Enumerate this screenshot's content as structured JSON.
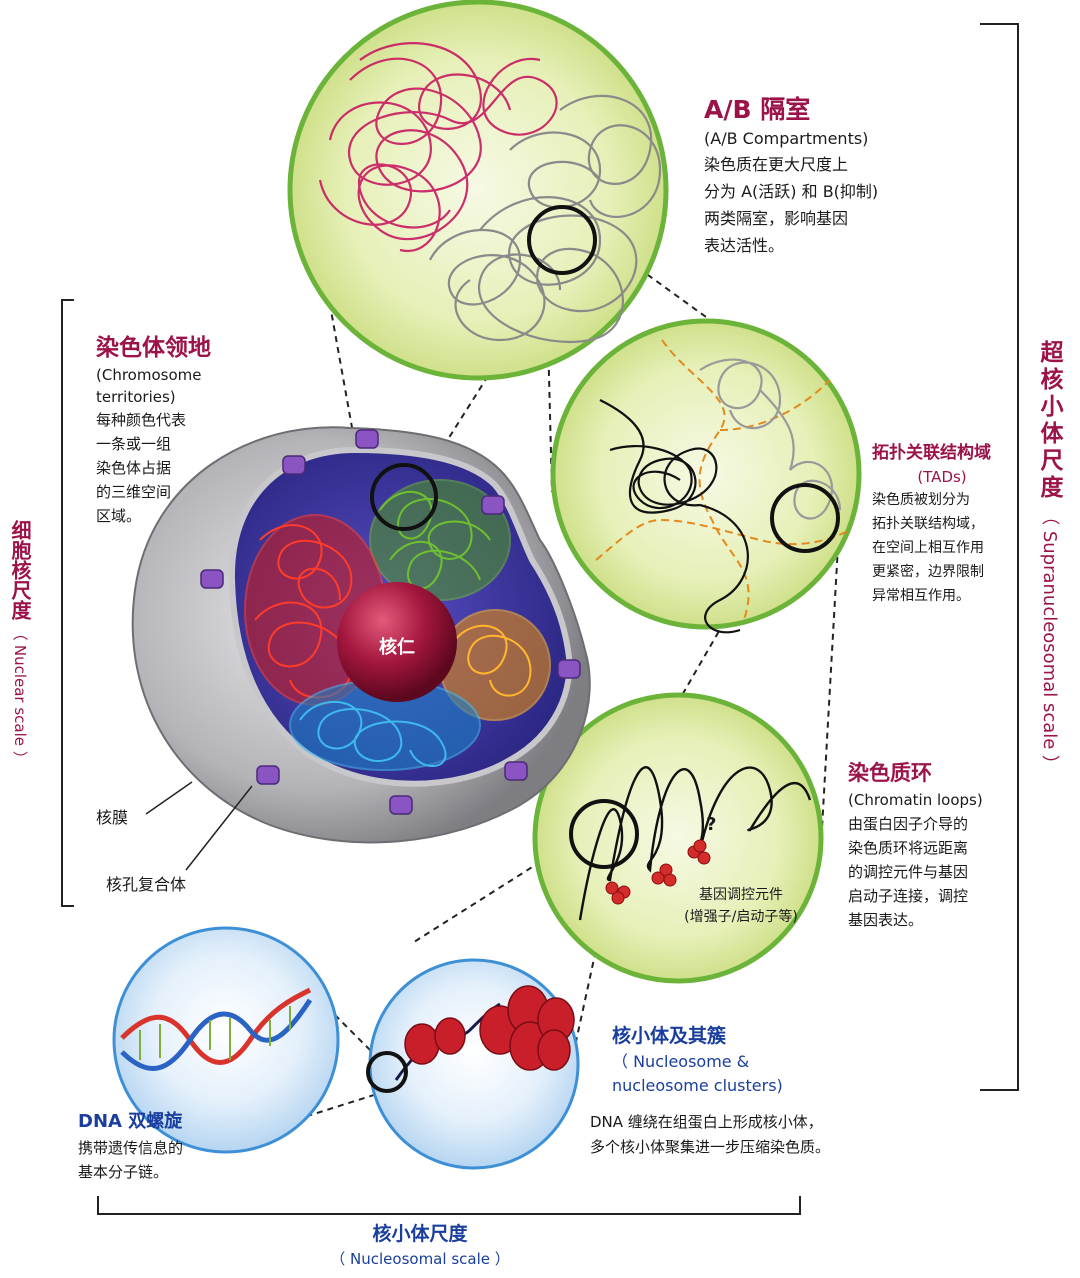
{
  "scales": {
    "nuclear": {
      "title": "细胞核尺度",
      "subtitle": "（ Nuclear scale ）"
    },
    "supranucleosomal": {
      "title": "超核小体尺度",
      "subtitle": "（ Supranucleosomal scale ）"
    },
    "nucleosomal": {
      "title": "核小体尺度",
      "subtitle": "（ Nucleosomal scale ）"
    }
  },
  "ab_compartments": {
    "title": "A/B 隔室",
    "subtitle": "(A/B Compartments)",
    "lines": [
      "染色质在更大尺度上",
      "分为 A(活跃) 和 B(抑制)",
      "两类隔室，影响基因",
      "表达活性。"
    ]
  },
  "chromosome_territories": {
    "title": "染色体领地",
    "subtitle_lines": [
      "(Chromosome",
      "territories)"
    ],
    "lines": [
      "每种颜色代表",
      "一条或一组",
      "染色体占据",
      "的三维空间",
      "区域。"
    ]
  },
  "tads": {
    "title": "拓扑关联结构域",
    "subtitle": "(TADs)",
    "lines": [
      "染色质被划分为",
      "拓扑关联结构域，",
      "在空间上相互作用",
      "更紧密，边界限制",
      "异常相互作用。"
    ]
  },
  "chromatin_loops": {
    "title": "染色质环",
    "subtitle": "(Chromatin loops)",
    "lines": [
      "由蛋白因子介导的",
      "染色质环将远距离",
      "的调控元件与基因",
      "启动子连接，调控",
      "基因表达。"
    ],
    "inner_label_lines": [
      "基因调控元件",
      "(增强子/启动子等)"
    ],
    "question_mark": "?"
  },
  "nucleus": {
    "nucleolus_label": "核仁",
    "membrane_label": "核膜",
    "pore_label": "核孔复合体"
  },
  "nucleosome": {
    "title": "核小体及其簇",
    "subtitle_lines": [
      "（ Nucleosome &",
      "nucleosome clusters)"
    ],
    "lines": [
      "DNA 缠绕在组蛋白上形成核小体，",
      "多个核小体聚集进一步压缩染色质。"
    ]
  },
  "dna": {
    "title": "DNA 双螺旋",
    "lines": [
      "携带遗传信息的",
      "基本分子链。"
    ]
  },
  "colors": {
    "accent_red": "#9b1349",
    "accent_blue": "#1a3e9e",
    "circle_green": "#6cb33a",
    "circle_blue": "#3d8fd6"
  }
}
